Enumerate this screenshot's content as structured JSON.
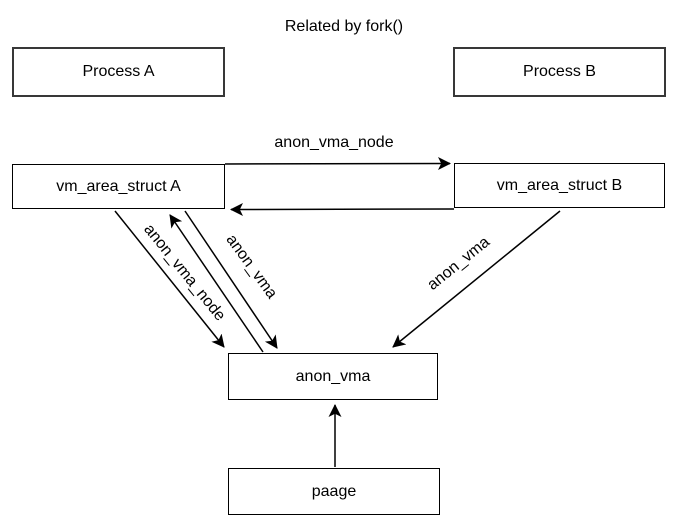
{
  "title": "Related by fork()",
  "colors": {
    "background": "#ffffff",
    "line_stroke": "#000000",
    "process_border": "#383838",
    "text": "#000000"
  },
  "nodes": {
    "process_a": {
      "label": "Process A"
    },
    "process_b": {
      "label": "Process B"
    },
    "vm_area_struct_a": {
      "label": "vm_area_struct A"
    },
    "vm_area_struct_b": {
      "label": "vm_area_struct B"
    },
    "anon_vma": {
      "label": "anon_vma"
    },
    "page": {
      "label": "paage"
    }
  },
  "edge_labels": {
    "top_link": "anon_vma_node",
    "left_diagonal": "anon_vma_node",
    "left_anon_vma": "anon_vma",
    "right_anon_vma": "anon_vma"
  }
}
